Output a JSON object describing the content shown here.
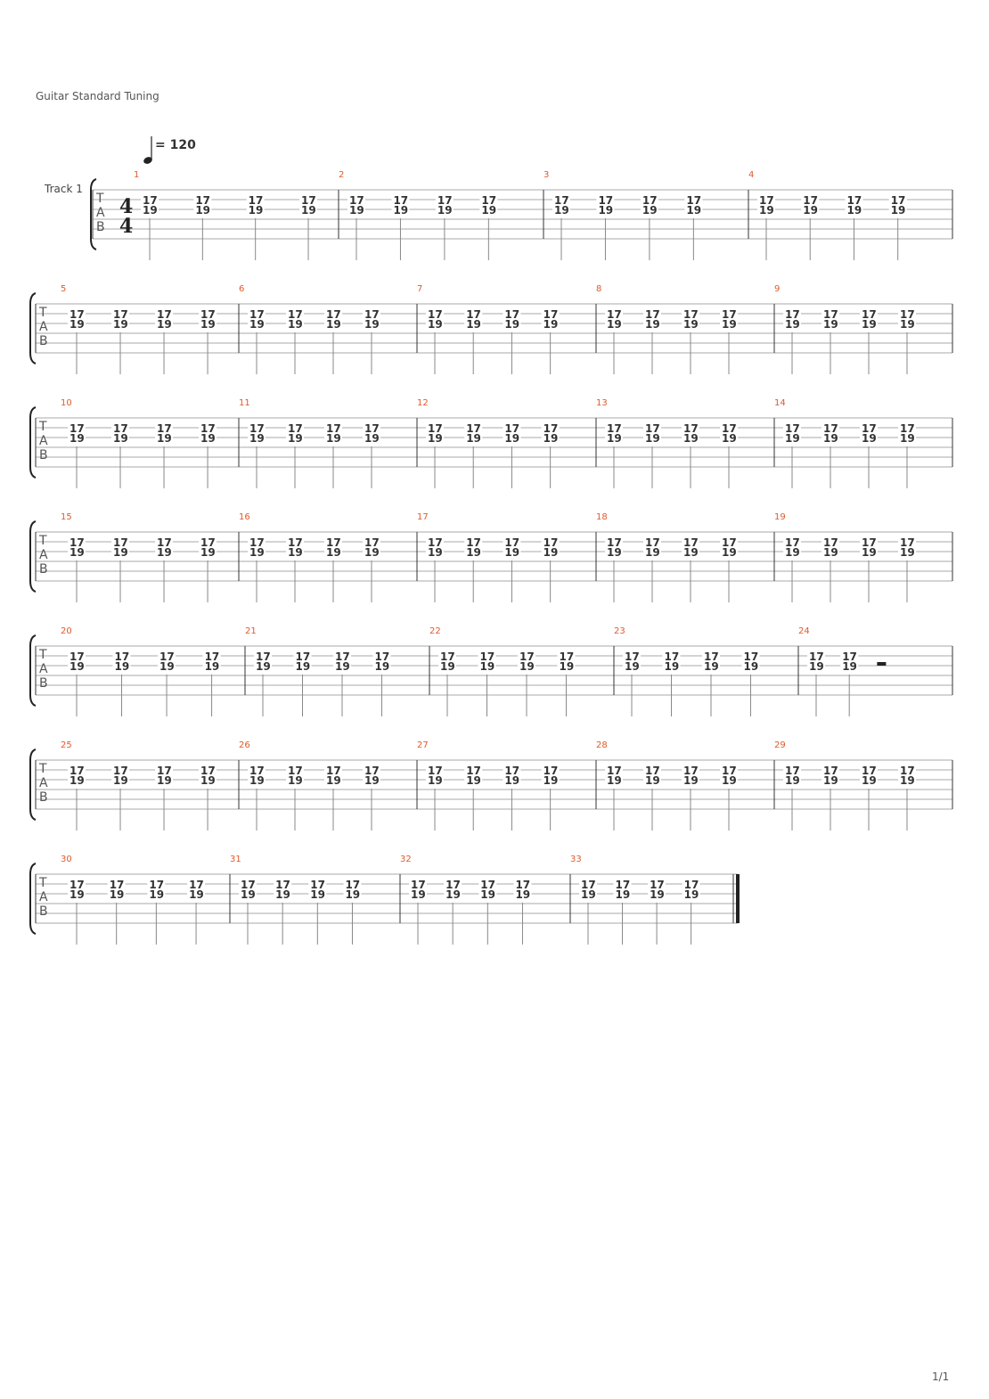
{
  "header": {
    "tuning": "Guitar Standard Tuning",
    "tempo_value": "120",
    "tempo_equals": "=",
    "track_name": "Track 1"
  },
  "tab_letters": [
    "T",
    "A",
    "B"
  ],
  "time_signature": {
    "top": "4",
    "bottom": "4"
  },
  "chord": {
    "upper": "17",
    "lower": "19"
  },
  "rest_symbol": "half-rest",
  "page_number": "1/1",
  "measures": [
    {
      "n": "1",
      "chords": 4
    },
    {
      "n": "2",
      "chords": 4
    },
    {
      "n": "3",
      "chords": 4
    },
    {
      "n": "4",
      "chords": 4
    },
    {
      "n": "5",
      "chords": 4
    },
    {
      "n": "6",
      "chords": 4
    },
    {
      "n": "7",
      "chords": 4
    },
    {
      "n": "8",
      "chords": 4
    },
    {
      "n": "9",
      "chords": 4
    },
    {
      "n": "10",
      "chords": 4
    },
    {
      "n": "11",
      "chords": 4
    },
    {
      "n": "12",
      "chords": 4
    },
    {
      "n": "13",
      "chords": 4
    },
    {
      "n": "14",
      "chords": 4
    },
    {
      "n": "15",
      "chords": 4
    },
    {
      "n": "16",
      "chords": 4
    },
    {
      "n": "17",
      "chords": 4
    },
    {
      "n": "18",
      "chords": 4
    },
    {
      "n": "19",
      "chords": 4
    },
    {
      "n": "20",
      "chords": 4
    },
    {
      "n": "21",
      "chords": 4
    },
    {
      "n": "22",
      "chords": 4
    },
    {
      "n": "23",
      "chords": 4
    },
    {
      "n": "24",
      "chords": 2,
      "rest": true
    },
    {
      "n": "25",
      "chords": 4
    },
    {
      "n": "26",
      "chords": 4
    },
    {
      "n": "27",
      "chords": 4
    },
    {
      "n": "28",
      "chords": 4
    },
    {
      "n": "29",
      "chords": 4
    },
    {
      "n": "30",
      "chords": 4
    },
    {
      "n": "31",
      "chords": 4
    },
    {
      "n": "32",
      "chords": 4
    },
    {
      "n": "33",
      "chords": 4,
      "final": true
    }
  ],
  "systems": [
    {
      "measures": [
        0,
        1,
        2,
        3
      ]
    },
    {
      "measures": [
        4,
        5,
        6,
        7,
        8
      ]
    },
    {
      "measures": [
        9,
        10,
        11,
        12,
        13
      ]
    },
    {
      "measures": [
        14,
        15,
        16,
        17,
        18
      ]
    },
    {
      "measures": [
        19,
        20,
        21,
        22,
        23
      ]
    },
    {
      "measures": [
        24,
        25,
        26,
        27,
        28
      ]
    },
    {
      "measures": [
        29,
        30,
        31,
        32
      ]
    }
  ]
}
